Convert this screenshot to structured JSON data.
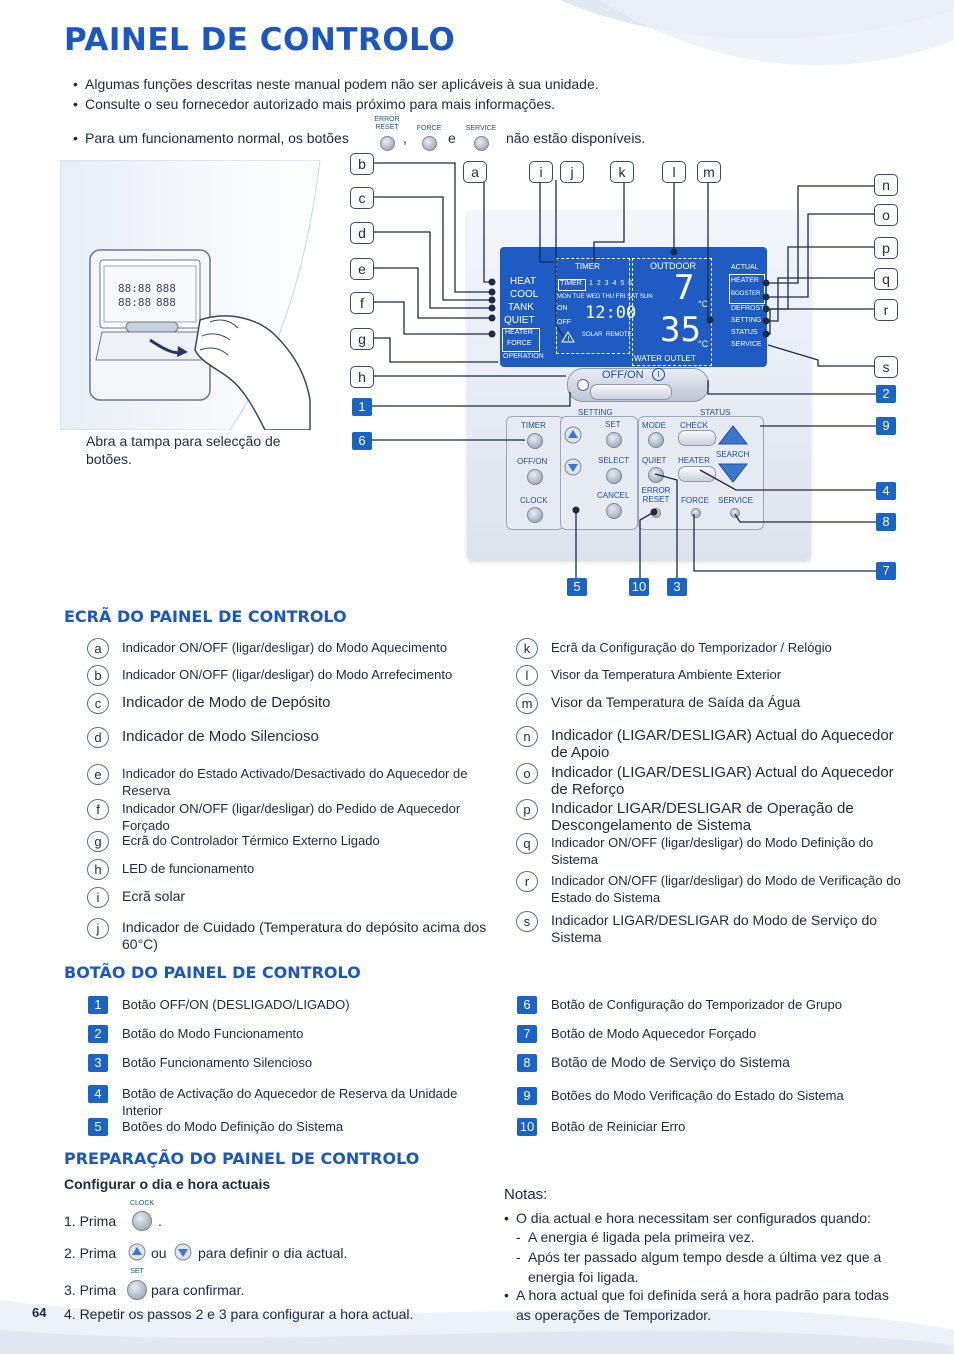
{
  "page": {
    "title": "PAINEL DE CONTROLO",
    "page_number": "64"
  },
  "bullets": [
    "Algumas funções descritas neste manual podem não ser aplicáveis à sua unidade.",
    "Consulte o seu fornecedor autorizado mais próximo para mais informações."
  ],
  "bullet3": {
    "before": "Para um funcionamento normal, os botões",
    "sep1": ",",
    "sep2": "e",
    "after": "não estão disponíveis.",
    "btn1": "ERROR RESET",
    "btn2": "FORCE",
    "btn3": "SERVICE"
  },
  "illustration": {
    "caption": "Abra a tampa para selecção de botões."
  },
  "diagram": {
    "letter_callouts": [
      "a",
      "b",
      "c",
      "d",
      "e",
      "f",
      "g",
      "h",
      "i",
      "j",
      "k",
      "l",
      "m",
      "n",
      "o",
      "p",
      "q",
      "r",
      "s"
    ],
    "number_callouts": [
      "1",
      "2",
      "3",
      "4",
      "5",
      "6",
      "7",
      "8",
      "9",
      "10"
    ],
    "lcd": {
      "heat": "HEAT",
      "cool": "COOL",
      "tank": "TANK",
      "quiet": "QUIET",
      "heater": "HEATER",
      "force": "FORCE",
      "operation": "OPERATION",
      "timer_head": "TIMER",
      "timer": "TIMER",
      "days": "MON TUE WED THU FRI SAT SUN",
      "timer_nums": "1 2 3 4 5 6",
      "on": "ON",
      "off": "OFF",
      "time": "12:00",
      "solar": "SOLAR",
      "remote": "REMOTE",
      "outdoor": "OUTDOOR",
      "outdoor_temp": "7",
      "water_temp": "35",
      "unit": "°C",
      "water_outlet": "WATER OUTLET",
      "actual": "ACTUAL",
      "heater_r": "HEATER",
      "booster": "BOOSTER",
      "defrost": "DEFROST",
      "setting": "SETTING",
      "status": "STATUS",
      "service": "SERVICE"
    },
    "buttons": {
      "offon": "OFF/ON",
      "setting": "SETTING",
      "status": "STATUS",
      "timer": "TIMER",
      "off_on": "OFF/ON",
      "clock": "CLOCK",
      "set": "SET",
      "select": "SELECT",
      "cancel": "CANCEL",
      "mode": "MODE",
      "quiet": "QUIET",
      "error_reset": "ERROR RESET",
      "check": "CHECK",
      "heater": "HEATER",
      "search": "SEARCH",
      "force": "FORCE",
      "service": "SERVICE"
    }
  },
  "sections": {
    "screen": "ECRÃ DO PAINEL DE CONTROLO",
    "buttons": "BOTÃO DO PAINEL DE CONTROLO",
    "prep": "PREPARAÇÃO DO PAINEL DE CONTROLO",
    "prep_sub": "Configurar o dia e hora actuais"
  },
  "screen_legend_left": [
    {
      "key": "a",
      "text": "Indicador ON/OFF (ligar/desligar) do Modo Aquecimento"
    },
    {
      "key": "b",
      "text": "Indicador ON/OFF (ligar/desligar) do Modo Arrefecimento"
    },
    {
      "key": "c",
      "text": "Indicador de Modo de Depósito"
    },
    {
      "key": "d",
      "text": "Indicador de Modo Silencioso"
    },
    {
      "key": "e",
      "text": "Indicador do Estado Activado/Desactivado do Aquecedor de Reserva"
    },
    {
      "key": "f",
      "text": "Indicador ON/OFF (ligar/desligar) do Pedido de Aquecedor Forçado"
    },
    {
      "key": "g",
      "text": "Ecrã do Controlador Térmico Externo Ligado"
    },
    {
      "key": "h",
      "text": "LED de funcionamento"
    },
    {
      "key": "i",
      "text": "Ecrã solar"
    },
    {
      "key": "j",
      "text": "Indicador de Cuidado (Temperatura do depósito acima dos 60°C)"
    }
  ],
  "screen_legend_right": [
    {
      "key": "k",
      "text": "Ecrã da Configuração do Temporizador / Relógio"
    },
    {
      "key": "l",
      "text": "Visor da Temperatura Ambiente Exterior"
    },
    {
      "key": "m",
      "text": "Visor da Temperatura de Saída da Água"
    },
    {
      "key": "n",
      "text": "Indicador (LIGAR/DESLIGAR) Actual do Aquecedor de Apoio"
    },
    {
      "key": "o",
      "text": "Indicador (LIGAR/DESLIGAR) Actual do Aquecedor de Reforço"
    },
    {
      "key": "p",
      "text": "Indicador LIGAR/DESLIGAR de Operação de Descongelamento de Sistema"
    },
    {
      "key": "q",
      "text": "Indicador ON/OFF (ligar/desligar) do Modo Definição do Sistema"
    },
    {
      "key": "r",
      "text": "Indicador ON/OFF (ligar/desligar) do Modo de Verificação do Estado do Sistema"
    },
    {
      "key": "s",
      "text": "Indicador LIGAR/DESLIGAR do Modo de Serviço do Sistema"
    }
  ],
  "button_legend_left": [
    {
      "key": "1",
      "text": "Botão OFF/ON (DESLIGADO/LIGADO)"
    },
    {
      "key": "2",
      "text": "Botão do Modo Funcionamento"
    },
    {
      "key": "3",
      "text": "Botão Funcionamento Silencioso"
    },
    {
      "key": "4",
      "text": "Botão de Activação do Aquecedor de Reserva da Unidade Interior"
    },
    {
      "key": "5",
      "text": "Botões do Modo Definição do Sistema"
    }
  ],
  "button_legend_right": [
    {
      "key": "6",
      "text": "Botão de Configuração do Temporizador de Grupo"
    },
    {
      "key": "7",
      "text": "Botão de Modo Aquecedor Forçado"
    },
    {
      "key": "8",
      "text": "Botão de Modo de Serviço do Sistema"
    },
    {
      "key": "9",
      "text": "Botões do Modo Verificação do Estado do Sistema"
    },
    {
      "key": "10",
      "text": "Botão de Reiniciar Erro"
    }
  ],
  "steps": {
    "s1": "1. Prima",
    "s1_end": ".",
    "s1_btn": "CLOCK",
    "s2": "2. Prima",
    "s2_mid": "ou",
    "s2_end": "para definir o dia actual.",
    "s3": "3. Prima",
    "s3_btn": "SET",
    "s3_end": "para confirmar.",
    "s4": "4. Repetir os passos 2 e 3 para configurar a hora actual."
  },
  "notes": {
    "title": "Notas:",
    "n1": "O dia actual e hora necessitam ser configurados quando:",
    "n1a": "A energia é ligada pela primeira vez.",
    "n1b": "Após ter passado algum tempo desde a última vez que a energia foi ligada.",
    "n2": "A hora actual que foi definida será a hora padrão para todas as operações de Temporizador."
  }
}
